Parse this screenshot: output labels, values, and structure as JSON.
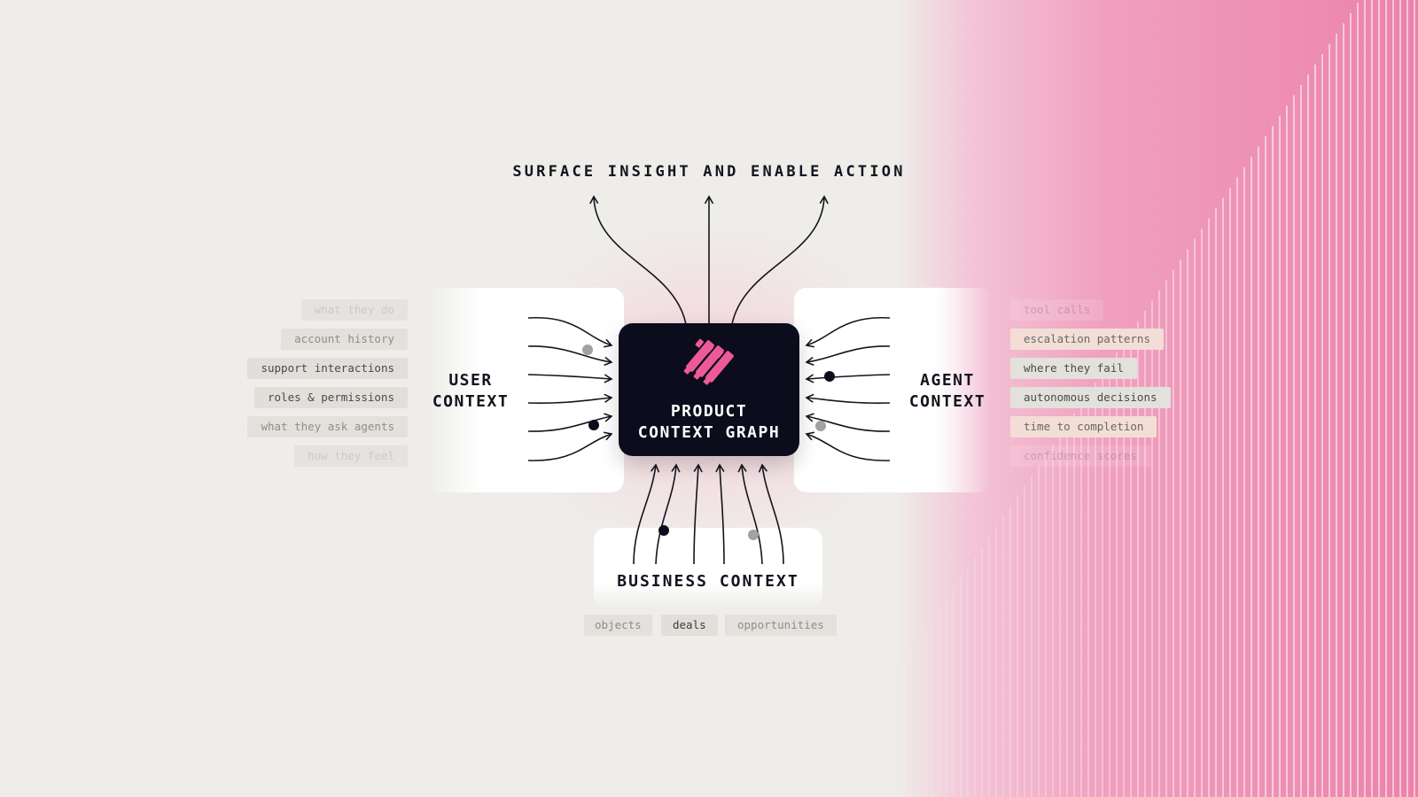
{
  "diagram": {
    "top_heading": "SURFACE INSIGHT AND ENABLE ACTION",
    "core_title": "PRODUCT\nCONTEXT GRAPH",
    "core_logo_icon": "pink-layers-logo-icon",
    "user_heading": "USER\nCONTEXT",
    "agent_heading": "AGENT\nCONTEXT",
    "business_heading": "BUSINESS CONTEXT",
    "user_tags": [
      "what they do",
      "account history",
      "support interactions",
      "roles & permissions",
      "what they ask agents",
      "how they feel"
    ],
    "agent_tags": [
      "tool calls",
      "escalation patterns",
      "where they fail",
      "autonomous decisions",
      "time to completion",
      "confidence scores"
    ],
    "business_tags": [
      "objects",
      "deals",
      "opportunities"
    ]
  },
  "colors": {
    "background": "#eeede9",
    "core": "#0b0c1c",
    "accent_pink": "#ec5a9a",
    "ink": "#14141f"
  }
}
